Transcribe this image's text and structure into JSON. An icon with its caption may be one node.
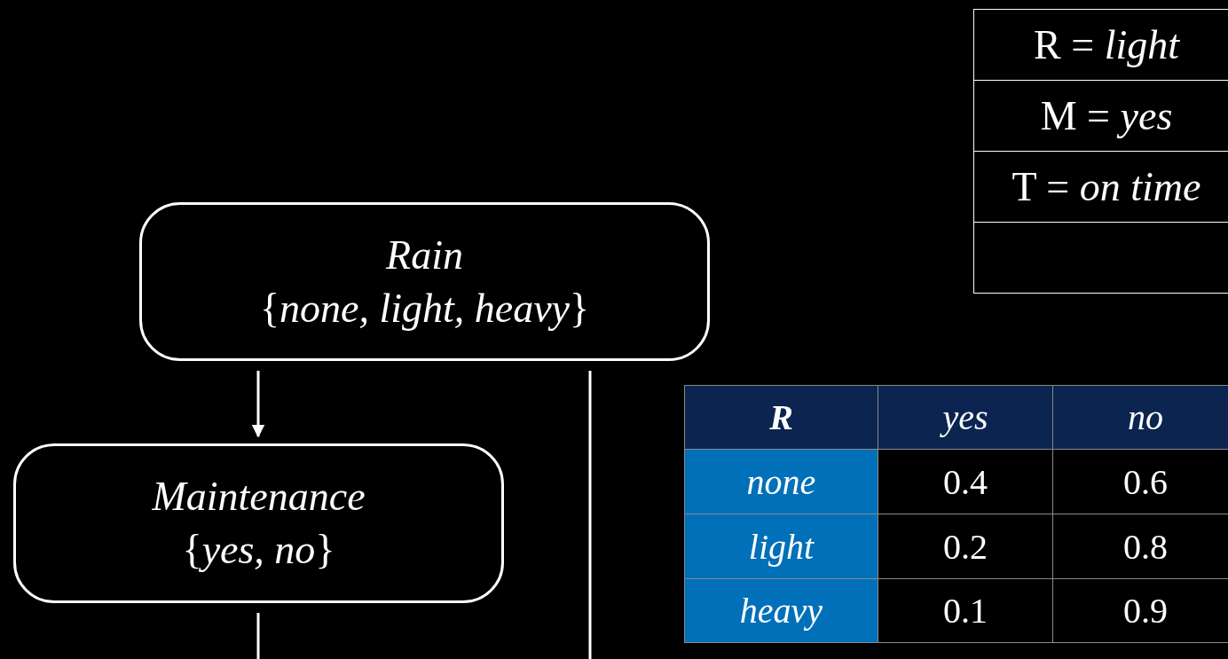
{
  "diagram": {
    "nodes": [
      {
        "text": [
          "Rain",
          "{*none, light, heavy*}"
        ]
      },
      {
        "text": [
          "Maintenance",
          "{*yes, no*}"
        ]
      }
    ],
    "edges": [
      {
        "from": 0,
        "to": 1,
        "arrow": "to"
      },
      {
        "from": 0,
        "to": null,
        "arrow": "none"
      },
      {
        "from": 1,
        "to": null,
        "arrow": "none"
      }
    ],
    "labels": [
      "R = *light*",
      "M = *yes*",
      "T = *on time*",
      "R",
      "yes",
      "no",
      "none",
      "0.4",
      "0.6",
      "light",
      "0.2",
      "0.8",
      "heavy",
      "0.1",
      "0.9"
    ]
  }
}
